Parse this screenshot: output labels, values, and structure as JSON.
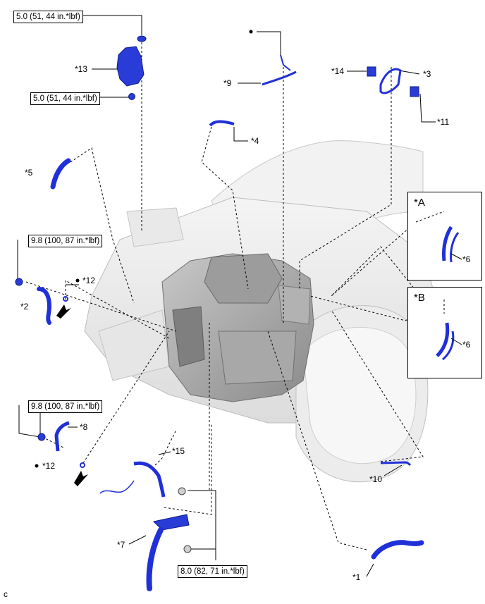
{
  "torques": {
    "t_top": "5.0 (51, 44 in.*lbf)",
    "t_mid": "5.0 (51, 44 in.*lbf)",
    "t_left_a": "9.8 (100, 87 in.*lbf)",
    "t_left_b": "9.8 (100, 87 in.*lbf)",
    "t_bottom": "8.0 (82, 71 in.*lbf)"
  },
  "callouts": {
    "c13": "*13",
    "c9": "*9",
    "c14": "*14",
    "c3": "*3",
    "c11": "*11",
    "c4": "*4",
    "c5": "*5",
    "c2": "*2",
    "c12a": "*12",
    "c12b": "*12",
    "c8": "*8",
    "c15": "*15",
    "c7": "*7",
    "c10": "*10",
    "c1": "*1",
    "c6a": "*6",
    "c6b": "*6"
  },
  "insets": {
    "a": "*A",
    "b": "*B"
  },
  "footer_code": "c",
  "colors": {
    "part_blue": "#2030d8",
    "part_dark": "#0a1a8a",
    "line": "#000000"
  }
}
